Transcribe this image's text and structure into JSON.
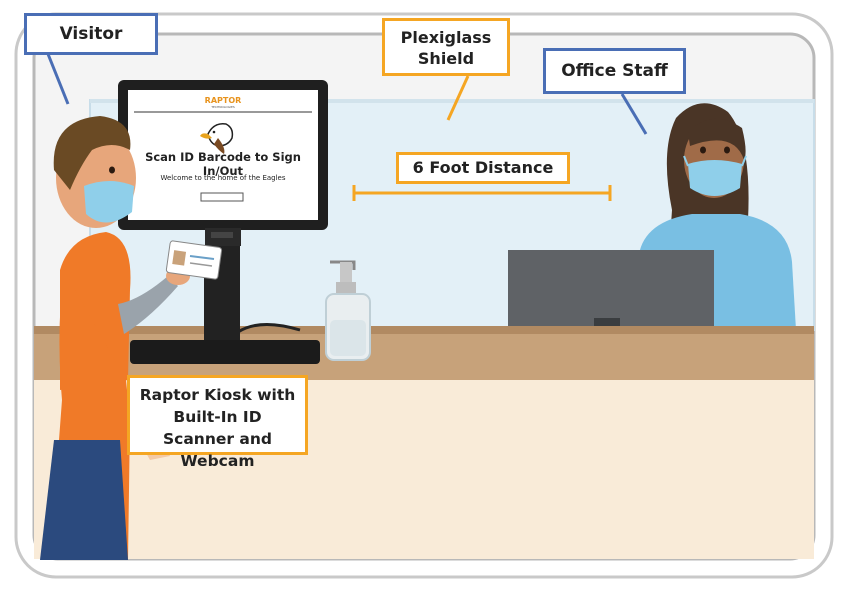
{
  "labels": {
    "visitor": "Visitor",
    "shield": "Plexiglass Shield",
    "staff": "Office Staff",
    "distance": "6 Foot Distance",
    "kiosk": "Raptor Kiosk with Built-In ID Scanner and Webcam"
  },
  "kiosk_screen": {
    "brand": "RAPTOR",
    "brand_sub": "TECHNOLOGIES",
    "heading": "Scan ID Barcode to Sign In/Out",
    "welcome": "Welcome to the home of the Eagles"
  },
  "colors": {
    "label_blue": "#4a6eb5",
    "label_orange": "#f5a623",
    "visitor_shirt": "#f07a28",
    "counter": "#c7a27a"
  }
}
